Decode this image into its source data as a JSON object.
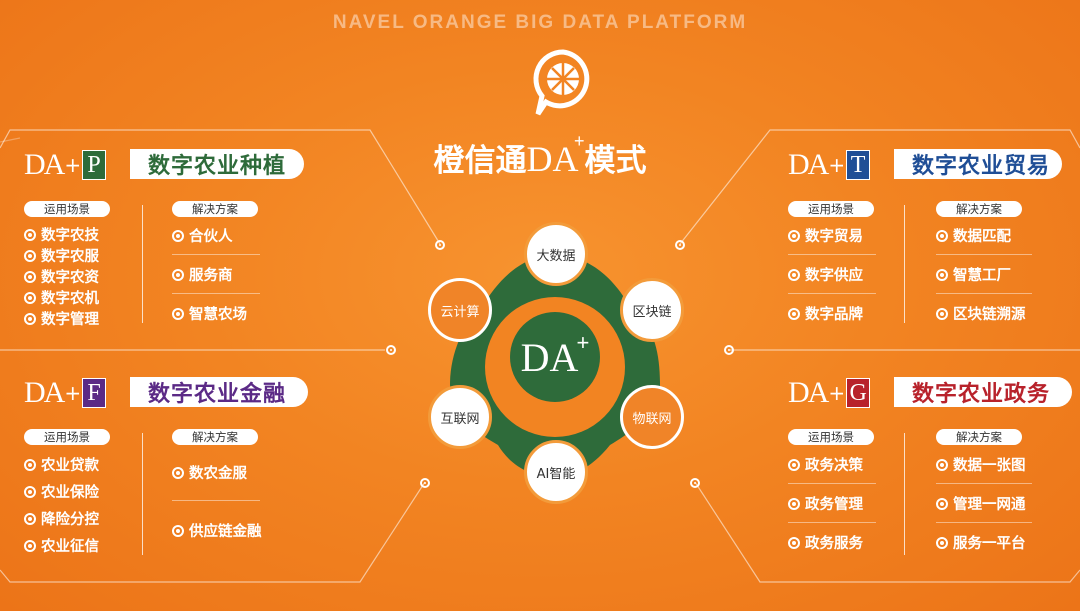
{
  "header": {
    "english_title": "NAVEL ORANGE BIG DATA PLATFORM",
    "title_prefix": "橙信通",
    "title_da": "DA",
    "title_plus": "+",
    "title_suffix": "模式"
  },
  "quadrants": {
    "tl": {
      "da": "DA",
      "plus": "+",
      "letter": "P",
      "letter_color": "#2e6b3a",
      "title": "数字农业种植",
      "title_color": "#2e6b3a",
      "scene_label": "运用场景",
      "solution_label": "解决方案",
      "scenes": [
        "数字农技",
        "数字农服",
        "数字农资",
        "数字农机",
        "数字管理"
      ],
      "solutions": [
        "合伙人",
        "服务商",
        "智慧农场"
      ]
    },
    "tr": {
      "da": "DA",
      "plus": "+",
      "letter": "T",
      "letter_color": "#1f4e96",
      "title": "数字农业贸易",
      "title_color": "#1f4e96",
      "scene_label": "运用场景",
      "solution_label": "解决方案",
      "scenes": [
        "数字贸易",
        "数字供应",
        "数字品牌"
      ],
      "solutions": [
        "数据匹配",
        "智慧工厂",
        "区块链溯源"
      ]
    },
    "bl": {
      "da": "DA",
      "plus": "+",
      "letter": "F",
      "letter_color": "#5b2a86",
      "title": "数字农业金融",
      "title_color": "#5b2a86",
      "scene_label": "运用场景",
      "solution_label": "解决方案",
      "scenes": [
        "农业贷款",
        "农业保险",
        "降险分控",
        "农业征信"
      ],
      "solutions": [
        "数农金服",
        "供应链金融"
      ]
    },
    "br": {
      "da": "DA",
      "plus": "+",
      "letter": "G",
      "letter_color": "#b8222b",
      "title": "数字农业政务",
      "title_color": "#b8222b",
      "scene_label": "运用场景",
      "solution_label": "解决方案",
      "scenes": [
        "政务决策",
        "政务管理",
        "政务服务"
      ],
      "solutions": [
        "数据一张图",
        "管理一网通",
        "服务一平台"
      ]
    }
  },
  "hub": {
    "center_da": "DA",
    "center_plus": "+",
    "nodes": [
      "大数据",
      "区块链",
      "物联网",
      "AI智能",
      "互联网",
      "云计算"
    ]
  },
  "colors": {
    "background": "#f28422",
    "hub_ring": "#2e6b3a",
    "node_border": "#f39b3a"
  }
}
